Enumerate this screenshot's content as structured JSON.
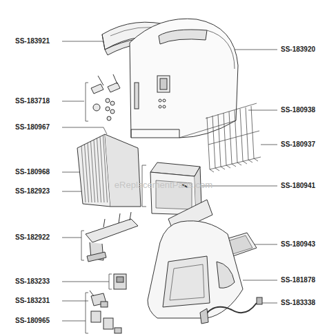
{
  "diagram": {
    "labels": [
      "SS-183921",
      "SS-183920",
      "SS-183718",
      "SS-180938",
      "SS-180967",
      "SS-180937",
      "SS-180968",
      "SS-180941",
      "SS-182923",
      "SS-182922",
      "SS-180943",
      "SS-183233",
      "SS-181878",
      "SS-183231",
      "SS-183338",
      "SS-180965",
      "eReplacementParts.com"
    ]
  }
}
